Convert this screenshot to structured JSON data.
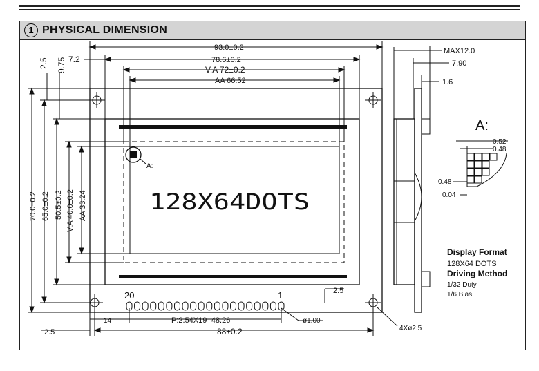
{
  "header": {
    "number": "1",
    "title": "PHYSICAL  DIMENSION"
  },
  "dims": {
    "outer_w": "93.0±0.2",
    "pcb_w": "78.6±0.2",
    "va_w": "V.A  72±0.2",
    "aa_w": "AA  66.52",
    "left_7_2": "7.2",
    "v_2_5": "2.5",
    "v_9_75": "9.75",
    "h_70": "70.0±0.2",
    "h_65": "65.0±0.2",
    "h_50_5": "50.5±0.2",
    "h_va": "V.A  40.0±0.2",
    "h_aa": "AA  33.24",
    "pin_20": "20",
    "pin_1": "1",
    "a_label": "A:",
    "dots": "128X64DOTS",
    "b_14": "14",
    "pitch": "P:2.54X19=48.26",
    "hole_dia": "ø1.00",
    "b_2_5": "2.5",
    "b_88": "88±0.2",
    "r_2_5": "2.5",
    "holes": "4Xø2.5",
    "max12": "MAX12.0",
    "side_7_90": "7.90",
    "side_1_6": "1.6"
  },
  "detail": {
    "title": "A:",
    "d052": "0.52",
    "d048": "0.48",
    "d048b": "0.48",
    "d004": "0.04"
  },
  "notes": {
    "display_heading": "Display Format",
    "display_value": "128X64 DOTS",
    "driving_heading": "Driving Method",
    "duty": "1/32 Duty",
    "bias": "1/6   Bias"
  }
}
